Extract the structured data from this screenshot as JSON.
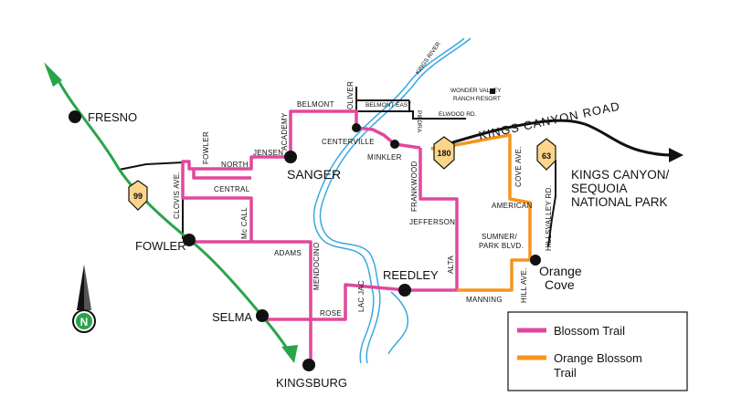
{
  "map": {
    "cities": [
      {
        "id": "fresno",
        "label": "FRESNO"
      },
      {
        "id": "sanger",
        "label": "SANGER"
      },
      {
        "id": "fowler",
        "label": "FOWLER"
      },
      {
        "id": "selma",
        "label": "SELMA"
      },
      {
        "id": "kingsburg",
        "label": "KINGSBURG"
      },
      {
        "id": "reedley",
        "label": "REEDLEY"
      },
      {
        "id": "orange_cove",
        "label_line1": "Orange",
        "label_line2": "Cove"
      },
      {
        "id": "centerville",
        "label": "CENTERVILLE"
      },
      {
        "id": "minkler",
        "label": "MINKLER"
      }
    ],
    "roads": {
      "belmont": "BELMONT",
      "oliver": "OLIVER",
      "belmont_east": "BELMONT EAST",
      "piedra": "PIEDRA",
      "elwood": "ELWOOD RD.",
      "academy": "ACADEMY",
      "jensen": "JENSEN",
      "north": "NORTH",
      "fowler": "FOWLER",
      "central": "CENTRAL",
      "clovis": "CLOVIS AVE.",
      "mccall": "Mc CALL",
      "adams": "ADAMS",
      "mendocino": "MENDOCINO",
      "rose": "ROSE",
      "lac_jac": "LAC JAC",
      "frankwood": "FRANKWOOD",
      "jefferson": "JEFFERSON",
      "alta": "ALTA",
      "manning": "MANNING",
      "hill": "HILL AVE.",
      "sumner_line1": "SUMNER/",
      "sumner_line2": "PARK BLVD.",
      "american": "AMERICAN",
      "cove": "COVE AVE.",
      "hillsvalley": "HILLSVALLEY RD.",
      "kings_river": "KINGS RIVER",
      "kings_canyon_road": "KINGS CANYON ROAD"
    },
    "wonder_valley_line1": "WONDER VALLEY",
    "wonder_valley_line2": "RANCH RESORT",
    "park_line1": "KINGS CANYON/",
    "park_line2": "SEQUOIA",
    "park_line3": "NATIONAL PARK",
    "highways": {
      "hwy99": "99",
      "hwy180": "180",
      "hwy63": "63"
    },
    "compass_label": "N",
    "colors": {
      "blossom": "#e0489c",
      "orange": "#f7941d",
      "highway": "#2aa44a",
      "river": "#38a9e0",
      "shield": "#fbd58a"
    }
  },
  "legend": {
    "items": [
      {
        "label_line1": "Blossom Trail",
        "color": "#e0489c"
      },
      {
        "label_line1": "Orange Blossom",
        "label_line2": "Trail",
        "color": "#f7941d"
      }
    ]
  }
}
